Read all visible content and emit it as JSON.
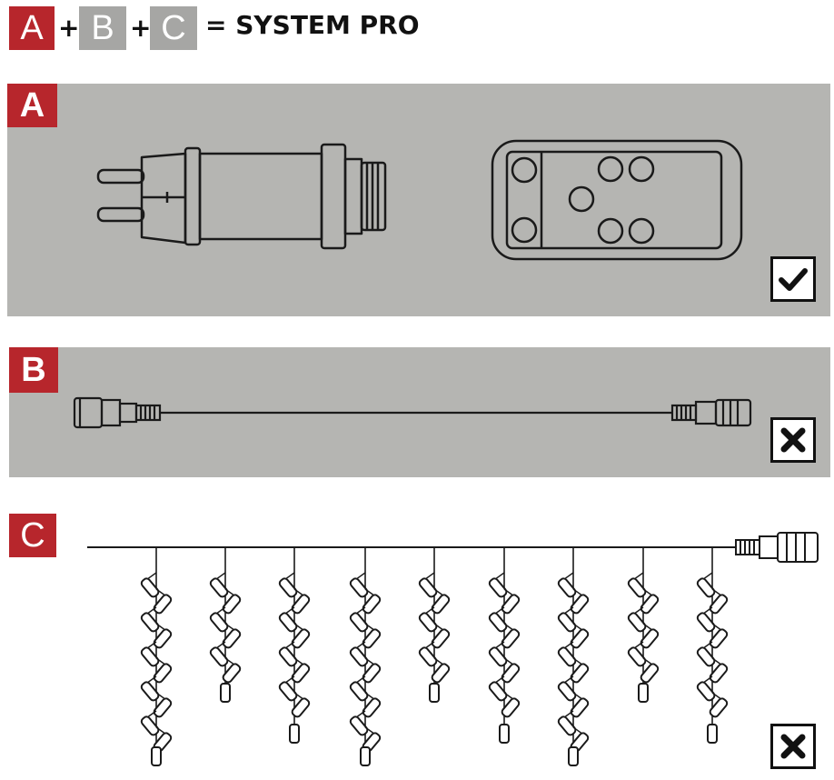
{
  "header": {
    "badge_a": "A",
    "plus_1": "+",
    "badge_b": "B",
    "plus_2": "+",
    "badge_c": "C",
    "equals_text": "= SYSTEM PRO"
  },
  "sections": {
    "a": {
      "label": "A",
      "status_icon": "check-icon"
    },
    "b": {
      "label": "B",
      "status_icon": "x-icon"
    },
    "c": {
      "label": "C",
      "status_icon": "x-icon"
    }
  },
  "colors": {
    "badge_red": "#b7262c",
    "badge_gray": "#a6a6a4",
    "panel_gray": "#b5b5b2",
    "line": "#1a1a1a"
  }
}
